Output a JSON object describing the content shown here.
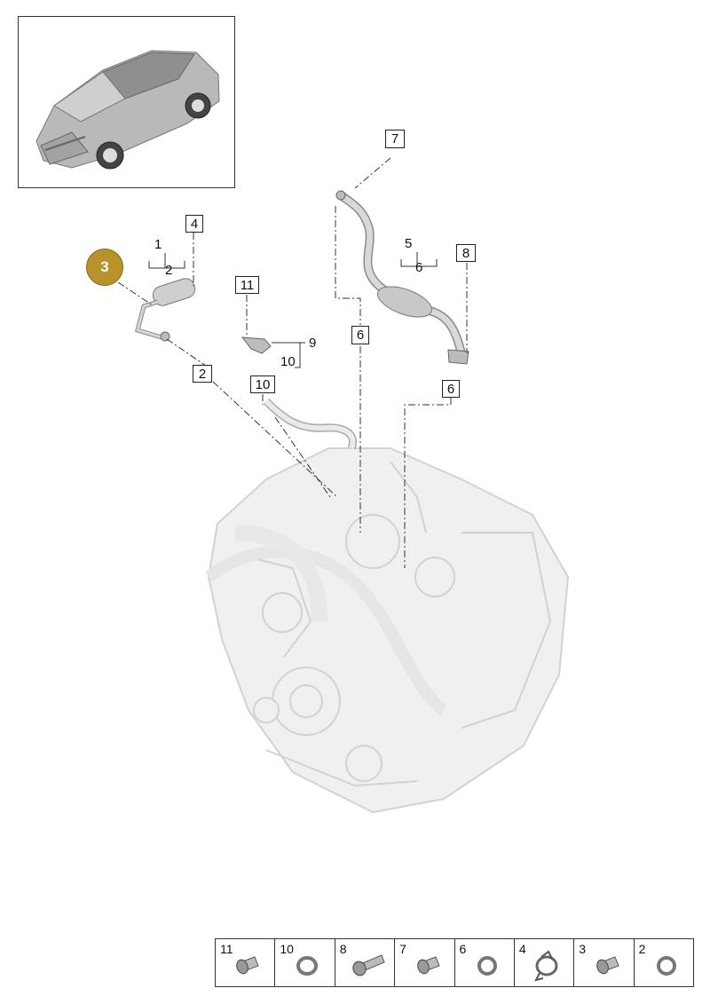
{
  "highlight": {
    "number": "3",
    "color": "#b8922a"
  },
  "callouts": {
    "c1": "1",
    "c2_top": "2",
    "c4": "4",
    "c2_box": "2",
    "c11": "11",
    "c9": "9",
    "c10_plain": "10",
    "c10_box": "10",
    "c7": "7",
    "c5": "5",
    "c6_plain": "6",
    "c8": "8",
    "c6_box_mid": "6",
    "c6_box_right": "6"
  },
  "legend": [
    {
      "number": "11",
      "icon": "screw-icon"
    },
    {
      "number": "10",
      "icon": "sealing-ring-icon"
    },
    {
      "number": "8",
      "icon": "bolt-icon"
    },
    {
      "number": "7",
      "icon": "screw-icon"
    },
    {
      "number": "6",
      "icon": "sealing-ring-icon"
    },
    {
      "number": "4",
      "icon": "hose-clamp-icon"
    },
    {
      "number": "3",
      "icon": "screw-icon"
    },
    {
      "number": "2",
      "icon": "sealing-ring-icon"
    }
  ]
}
